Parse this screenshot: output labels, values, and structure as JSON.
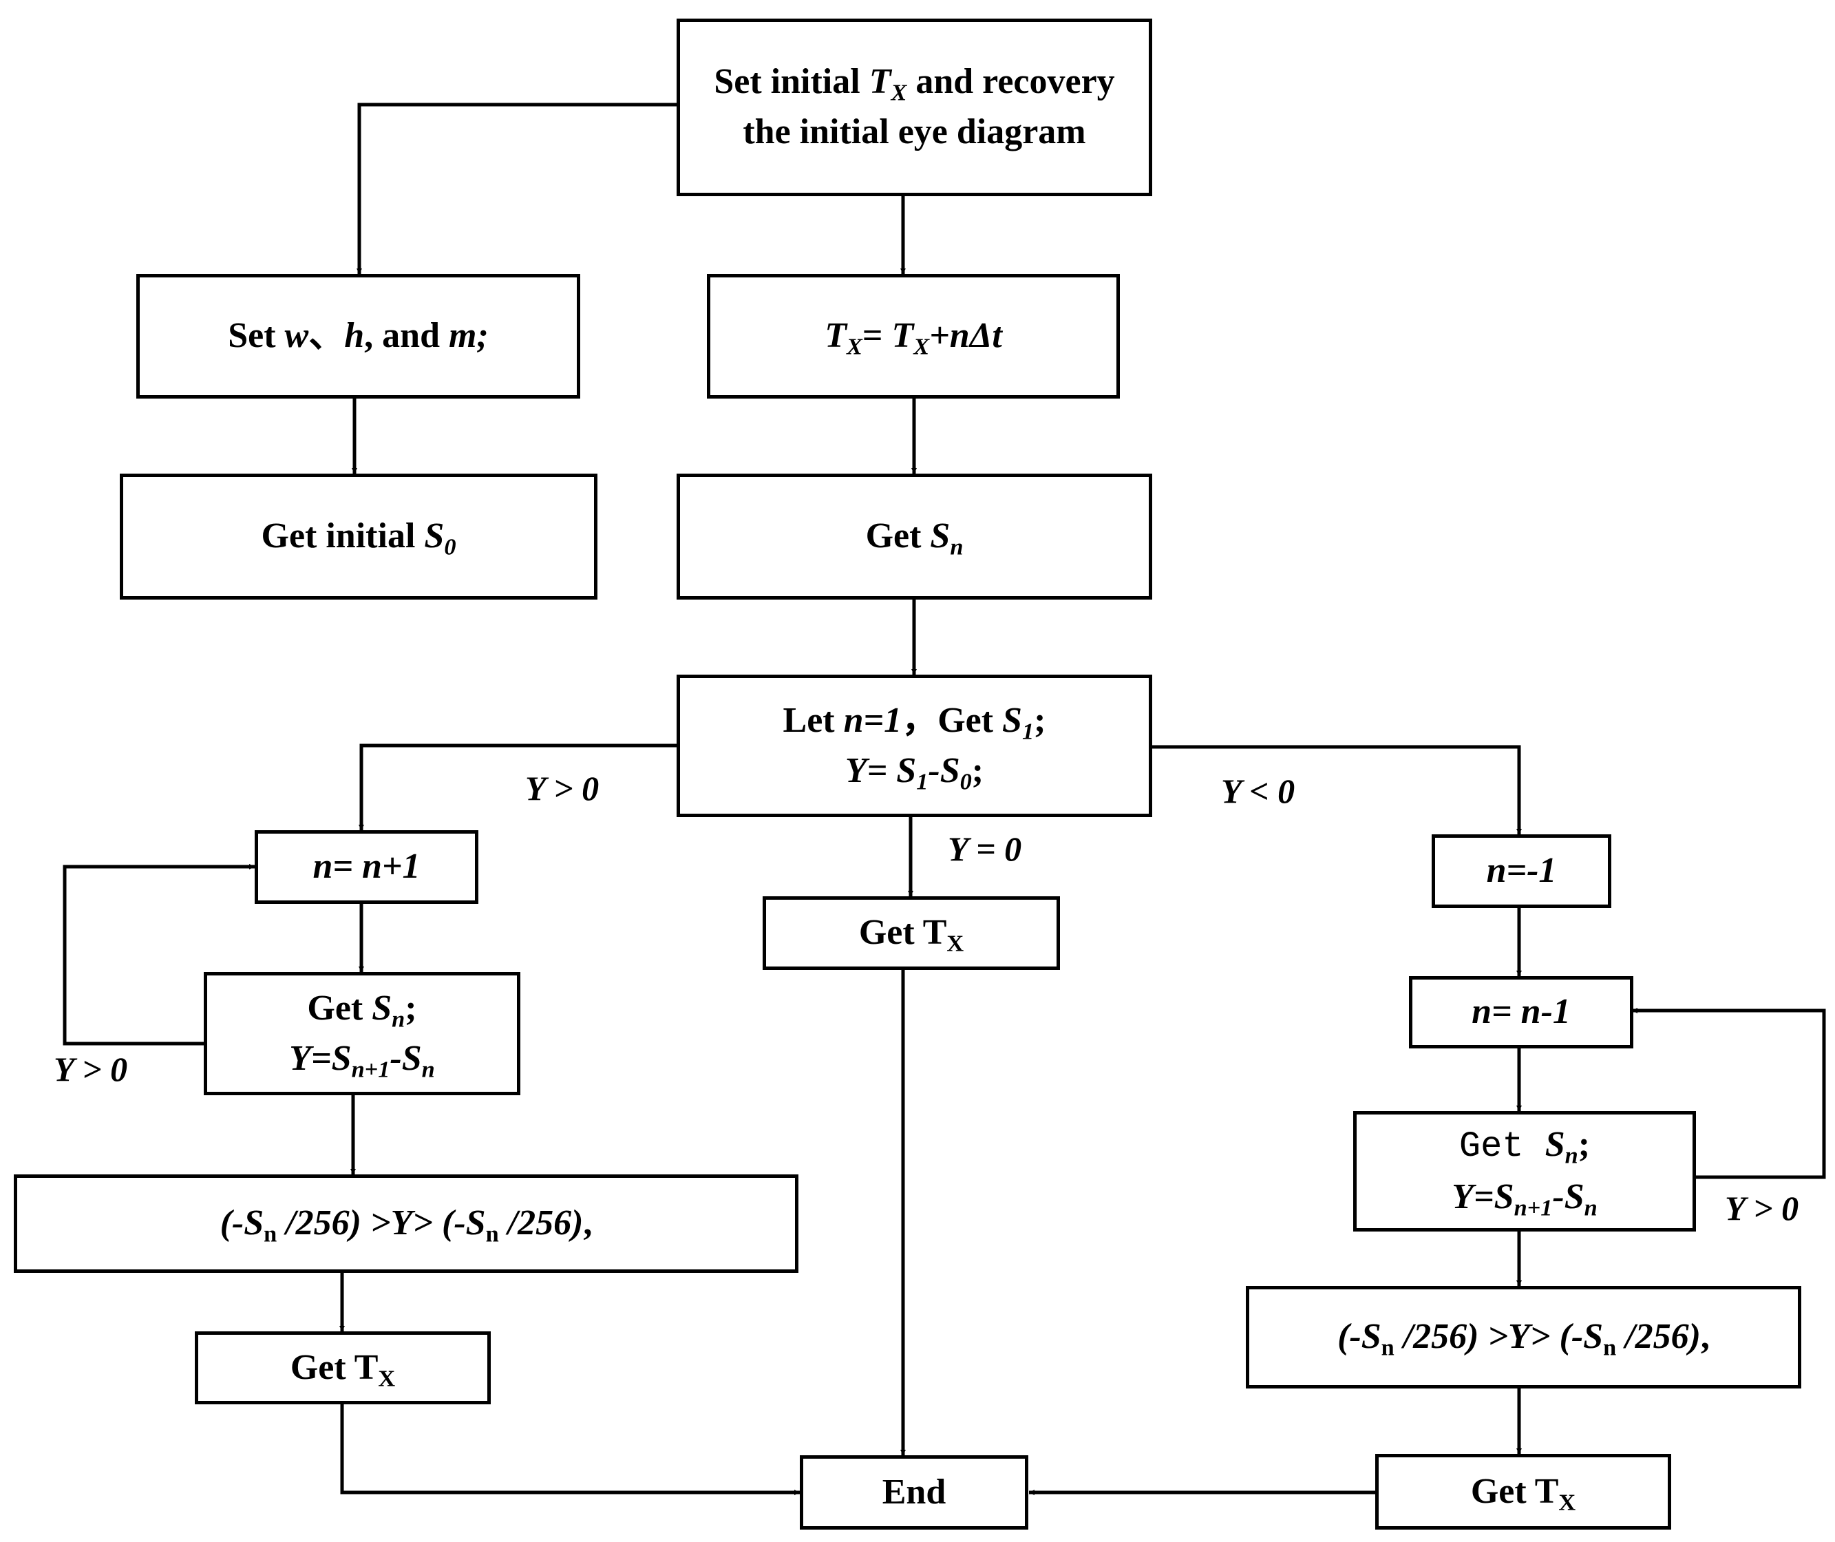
{
  "nodes": {
    "start": {
      "t1a": "Set initial ",
      "t1b": "T",
      "t1c": "X",
      "t1d": " and recovery",
      "t2": "the initial eye diagram"
    },
    "set_whm": {
      "a": "Set ",
      "w": "w",
      "sep": "、",
      "h": "h",
      "c": ", and ",
      "m": "m;"
    },
    "update_tx": {
      "t1": "T",
      "t1s": "X",
      "eq": "= ",
      "t2": "T",
      "t2s": "X",
      "rest": "+n",
      "delta": "Δt"
    },
    "get_s0": {
      "a": "Get initial ",
      "s": "S",
      "sub": "0"
    },
    "get_sn_main": {
      "a": "Get ",
      "s": "S",
      "sub": "n"
    },
    "let_n1": {
      "a": "Let ",
      "b": "n=1",
      "c": "，Get ",
      "s": "S",
      "sub": "1",
      "d": ";",
      "y": "Y= S",
      "ys": "1",
      "dash": "-S",
      "ys0": "0",
      "semi": ";"
    },
    "n_plus": {
      "text": "n= n+1"
    },
    "get_sn_left": {
      "a": "Get ",
      "s": "S",
      "sub": "n",
      "semi": ";",
      "y": "Y=S",
      "ys1": "n+1",
      "dash": "-S",
      "ys2": "n"
    },
    "cond_left": {
      "p1": "(-S",
      "p1s": "n",
      "p2": " /256) >Y>  (-S",
      "p2s": "n",
      "p3": " /256)",
      "comma": ","
    },
    "get_tx_left": {
      "a": "Get T",
      "sub": "X"
    },
    "get_tx_mid": {
      "a": "Get T",
      "sub": "X"
    },
    "n_neg1": {
      "text": "n=-1"
    },
    "n_minus": {
      "text": "n= n-1"
    },
    "get_sn_right": {
      "a": "Get  ",
      "s": "S",
      "sub": "n",
      "semi": ";",
      "y": "Y=S",
      "ys1": "n+1",
      "dash": "-S",
      "ys2": "n"
    },
    "cond_right": {
      "p1": "(-S",
      "p1s": "n",
      "p2": " /256) >Y>  (-S",
      "p2s": "n",
      "p3": " /256)",
      "comma": ","
    },
    "get_tx_right": {
      "a": "Get T",
      "sub": "X"
    },
    "end": {
      "text": "End"
    }
  },
  "edge_labels": {
    "y_gt0_left": "Y > 0",
    "y_eq0": "Y = 0",
    "y_lt0": "Y < 0",
    "loop_left": "Y > 0",
    "loop_right": "Y > 0"
  }
}
